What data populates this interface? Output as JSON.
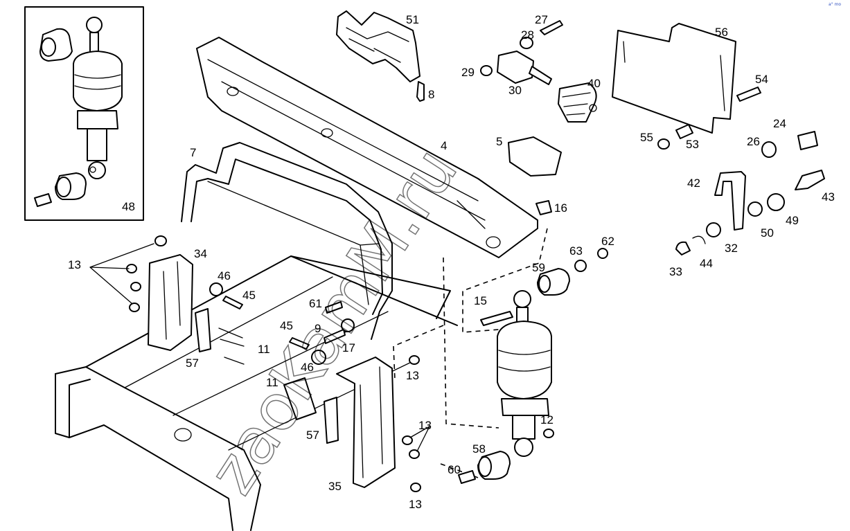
{
  "watermark": "zaoKamM.ru",
  "corner_mark": "a° mo",
  "labels": {
    "l48": "48",
    "l51": "51",
    "l8": "8",
    "l27": "27",
    "l28": "28",
    "l29": "29",
    "l30": "30",
    "l40": "40",
    "l56": "56",
    "l54": "54",
    "l55": "55",
    "l53": "53",
    "l24": "24",
    "l26": "26",
    "l42": "42",
    "l43": "43",
    "l49": "49",
    "l50": "50",
    "l32": "32",
    "l33": "33",
    "l44": "44",
    "l4": "4",
    "l5": "5",
    "l7": "7",
    "l16": "16",
    "l62": "62",
    "l63": "63",
    "l59": "59",
    "l15": "15",
    "l13a": "13",
    "l34": "34",
    "l46a": "46",
    "l45a": "45",
    "l61": "61",
    "l45b": "45",
    "l9": "9",
    "l17": "17",
    "l11a": "11",
    "l57a": "57",
    "l46b": "46",
    "l13b": "13",
    "l11b": "11",
    "l57b": "57",
    "l13c": "13",
    "l13d": "13",
    "l35": "35",
    "l12": "12",
    "l58": "58",
    "l60": "60"
  }
}
